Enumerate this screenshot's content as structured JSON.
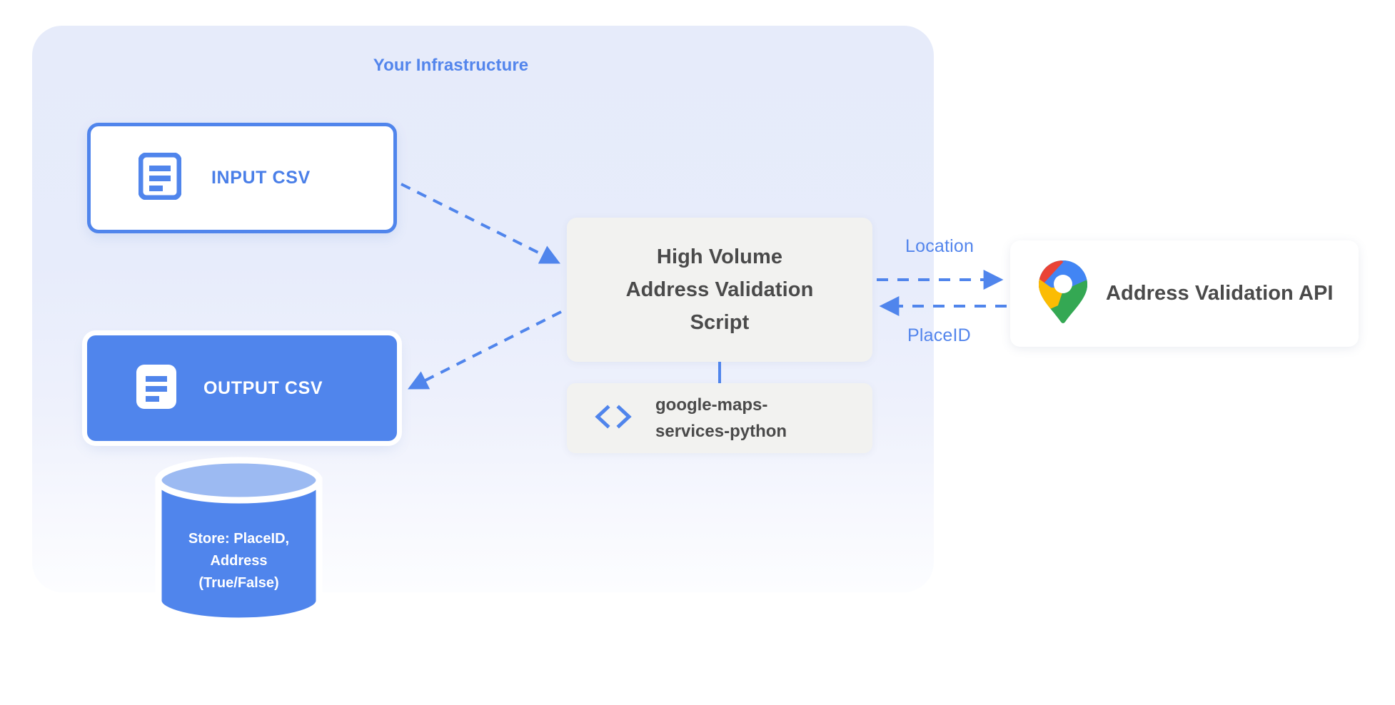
{
  "panel": {
    "title": "Your Infrastructure",
    "accent_color": "#5385ec",
    "background_color": "#e6ebfa"
  },
  "nodes": {
    "input_csv": {
      "label": "INPUT CSV",
      "icon": "document-icon",
      "border_color": "#5085ec",
      "fill_color": "#ffffff",
      "text_color": "#4a7fe8"
    },
    "output_csv": {
      "label": "OUTPUT CSV",
      "icon": "document-icon",
      "fill_color": "#5085ec",
      "text_color": "#ffffff"
    },
    "script": {
      "lines": [
        "High Volume",
        "Address Validation",
        "Script"
      ],
      "fill_color": "#f2f2f0",
      "text_color": "#4a4a4a"
    },
    "library": {
      "lines": [
        "google-maps-",
        "services-python"
      ],
      "icon": "code-icon",
      "fill_color": "#f2f2f0",
      "text_color": "#4a4a4a"
    },
    "api": {
      "label": "Address Validation API",
      "icon": "google-maps-pin-icon",
      "fill_color": "#ffffff",
      "text_color": "#4a4a4a"
    },
    "database": {
      "lines": [
        "Store: PlaceID,",
        "Address",
        "(True/False)"
      ],
      "body_color": "#5085ec",
      "top_color": "#9cbaf2",
      "text_color": "#ffffff"
    }
  },
  "edges": {
    "input_to_script": {
      "label": "",
      "style": "dashed",
      "direction": "forward"
    },
    "script_to_output": {
      "label": "",
      "style": "dashed",
      "direction": "forward"
    },
    "script_to_api": {
      "label": "Location",
      "style": "dashed",
      "direction": "forward"
    },
    "api_to_script": {
      "label": "PlaceID",
      "style": "dashed",
      "direction": "forward"
    },
    "edge_color": "#5085ec"
  },
  "maps_pin_colors": {
    "blue": "#4285f4",
    "red": "#ea4335",
    "yellow": "#fbbc04",
    "green": "#34a853"
  }
}
